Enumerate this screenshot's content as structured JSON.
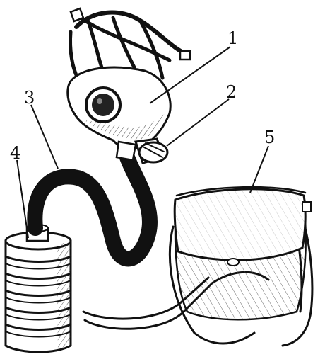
{
  "diagram": {
    "callouts": [
      {
        "label": "1",
        "part": "face-mask"
      },
      {
        "label": "2",
        "part": "exhale-valve"
      },
      {
        "label": "3",
        "part": "corrugated-hose"
      },
      {
        "label": "4",
        "part": "filter-canister"
      },
      {
        "label": "5",
        "part": "carrying-bag"
      }
    ]
  }
}
